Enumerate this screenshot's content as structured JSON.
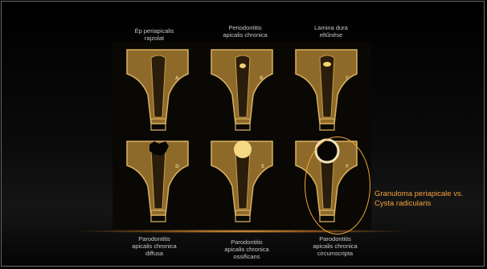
{
  "top_labels": [
    {
      "lines": [
        "Ép periapicalis",
        "rajzolat"
      ]
    },
    {
      "lines": [
        "Periodontitis",
        "apicalis chronica"
      ]
    },
    {
      "lines": [
        "Lamina dura",
        "eltűnése"
      ]
    }
  ],
  "bottom_labels": [
    {
      "lines": [
        "Parodontitis",
        "apicalis chronica",
        "diffusa"
      ]
    },
    {
      "lines": [
        "Parodontitis",
        "apicalis chronica",
        "ossificans"
      ]
    },
    {
      "lines": [
        "Parodontitis",
        "apicalis chronica",
        "circumscripta"
      ]
    }
  ],
  "panel_letters": [
    "A",
    "B",
    "C",
    "D",
    "E",
    "F"
  ],
  "callout": {
    "lines": [
      "Granuloma periapicale vs.",
      "Cysta radicularis"
    ]
  },
  "colors": {
    "accent": "#f5a33c",
    "label_text": "#c9c9c9",
    "xray_gold": "#b8913f"
  }
}
